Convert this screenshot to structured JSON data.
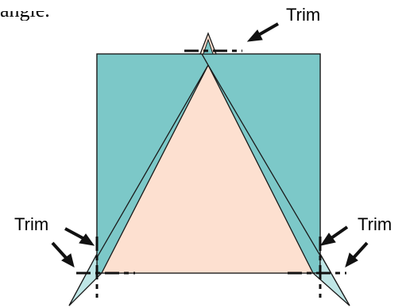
{
  "cropped_top_text": "angle.",
  "labels": {
    "trim_top": "Trim",
    "trim_left": "Trim",
    "trim_right": "Trim"
  },
  "colors": {
    "teal": "#7cc8c8",
    "peach": "#fde0d0",
    "light_teal": "#bfe6e6",
    "outline": "#1a1a1a"
  }
}
